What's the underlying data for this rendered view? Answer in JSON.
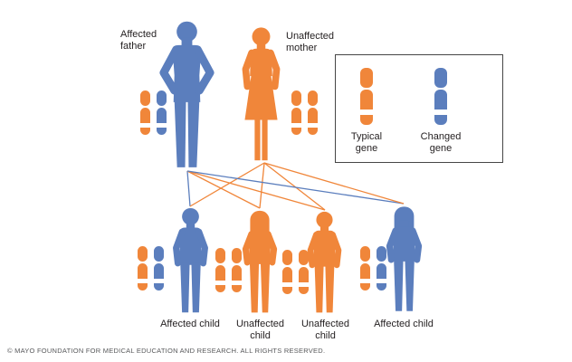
{
  "colors": {
    "affected_figure": "#5b7ebd",
    "unaffected_figure": "#f0863a",
    "typical_gene": "#f0863a",
    "changed_gene": "#5b7ebd",
    "legend_border": "#464646",
    "text": "#231f20",
    "footer_text": "#58595b",
    "background": "#ffffff"
  },
  "parents": {
    "father": {
      "label": [
        "Affected",
        "father"
      ],
      "status": "affected",
      "sex": "male",
      "genes": [
        "typical",
        "changed"
      ]
    },
    "mother": {
      "label": [
        "Unaffected",
        "mother"
      ],
      "status": "unaffected",
      "sex": "female",
      "genes": [
        "typical",
        "typical"
      ]
    }
  },
  "children": [
    {
      "label": [
        "Affected child"
      ],
      "status": "affected",
      "sex": "male",
      "genes": [
        "typical",
        "changed"
      ]
    },
    {
      "label": [
        "Unaffected",
        "child"
      ],
      "status": "unaffected",
      "sex": "female",
      "genes": [
        "typical",
        "typical"
      ]
    },
    {
      "label": [
        "Unaffected",
        "child"
      ],
      "status": "unaffected",
      "sex": "male",
      "genes": [
        "typical",
        "typical"
      ]
    },
    {
      "label": [
        "Affected child"
      ],
      "status": "affected",
      "sex": "female",
      "genes": [
        "typical",
        "changed"
      ]
    }
  ],
  "legend": {
    "items": [
      {
        "label": [
          "Typical",
          "gene"
        ],
        "gene": "typical"
      },
      {
        "label": [
          "Changed",
          "gene"
        ],
        "gene": "changed"
      }
    ]
  },
  "inheritance": [
    {
      "from": "father",
      "to": "child-0",
      "gene": "changed"
    },
    {
      "from": "mother",
      "to": "child-0",
      "gene": "typical"
    },
    {
      "from": "father",
      "to": "child-1",
      "gene": "typical"
    },
    {
      "from": "mother",
      "to": "child-1",
      "gene": "typical"
    },
    {
      "from": "father",
      "to": "child-2",
      "gene": "typical"
    },
    {
      "from": "mother",
      "to": "child-2",
      "gene": "typical"
    },
    {
      "from": "father",
      "to": "child-3",
      "gene": "changed"
    },
    {
      "from": "mother",
      "to": "child-3",
      "gene": "typical"
    }
  ],
  "footer": "© MAYO FOUNDATION FOR MEDICAL EDUCATION AND RESEARCH. ALL RIGHTS RESERVED."
}
